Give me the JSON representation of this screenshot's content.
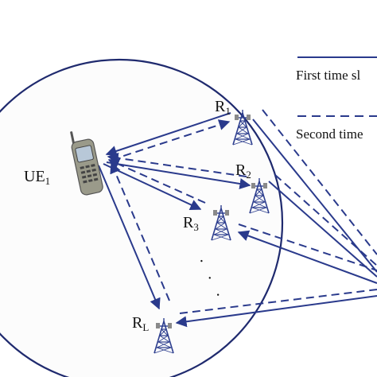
{
  "diagram": {
    "ue": {
      "label": "UE",
      "subscript": "1"
    },
    "relays": [
      {
        "label": "R",
        "subscript": "1"
      },
      {
        "label": "R",
        "subscript": "2"
      },
      {
        "label": "R",
        "subscript": "3"
      },
      {
        "label": "R",
        "subscript": "L"
      }
    ],
    "ellipsis": "· · ·",
    "legend": {
      "solid_label": "First time sl",
      "dashed_label": "Second time"
    },
    "colors": {
      "link": "#2a3a8c",
      "cell_boundary": "#1f2a6e",
      "cell_fill": "#fcfcfc"
    }
  }
}
